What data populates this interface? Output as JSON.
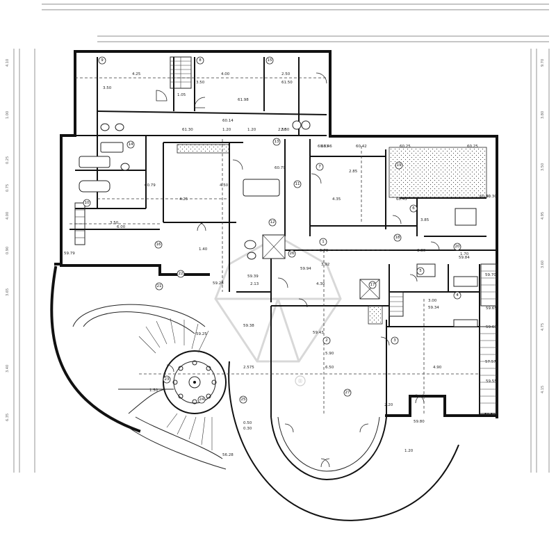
{
  "plan": {
    "dimensions": [
      "4.25",
      "4.00",
      "2.50",
      "61.50",
      "61.98",
      "1.05",
      "3.50",
      "3.50",
      "1.20",
      "2.50",
      "1.20",
      "2.50",
      "61.30",
      "60.46",
      "60.42",
      "60.25",
      "60.25",
      "60.63",
      "60.79",
      "60.79",
      "60.14",
      "4.25",
      "4.50",
      "4.35",
      "3.85",
      "2.85",
      "60.30",
      "60.45",
      "3.50",
      "6.00",
      "1.40",
      "5.70",
      "3.30",
      "59.94",
      "3.92",
      "4.30",
      "59.28",
      "59.39",
      "2.13",
      "3.00",
      "59.34",
      "59.43",
      "5.90",
      "6.50",
      "4.90",
      "2.575",
      "59.25",
      "59.38",
      "59.79",
      "59.84",
      "60.30",
      "59.70",
      "59.65",
      "59.63",
      "57.57",
      "59.55",
      "59.50",
      "59.80",
      "2.20",
      "1.70",
      "1.50",
      "56.28",
      "0.50",
      "1.20",
      "0.30"
    ],
    "room_numbers": [
      "9",
      "8",
      "15",
      "14",
      "13",
      "12",
      "11",
      "10",
      "7",
      "6",
      "5",
      "4",
      "3",
      "2",
      "1",
      "20",
      "19",
      "18",
      "17",
      "16",
      "21",
      "22",
      "23",
      "24",
      "25",
      "26",
      "27"
    ],
    "side_marks": [
      "4.10",
      "1.00",
      "0.25",
      "0.75",
      "4.00",
      "0.90",
      "3.65",
      "3.40",
      "6.35",
      "9.70",
      "3.80",
      "3.50",
      "4.95",
      "3.60",
      "4.75",
      "4.15"
    ]
  },
  "watermark": {
    "symbol": "®"
  }
}
